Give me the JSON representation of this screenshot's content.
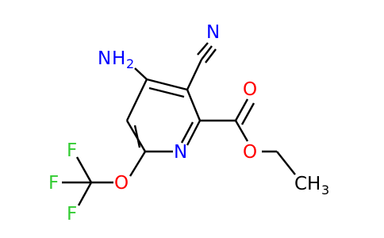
{
  "molecule": {
    "atom_labels": {
      "amino": "NH2",
      "amino_main": "N",
      "amino_h": "H",
      "amino_sub": "2",
      "nitrile_n": "N",
      "ring_n": "N",
      "carbonyl_o": "O",
      "ester_o": "O",
      "ether_o": "O",
      "fluorine_top": "F",
      "fluorine_left": "F",
      "fluorine_bottom": "F",
      "methyl": "CH3",
      "methyl_main": "CH",
      "methyl_sub": "3"
    },
    "colors": {
      "bond": "#000000",
      "carbon": "#000000",
      "nitrogen": "#0000ff",
      "oxygen": "#ff0000",
      "fluorine": "#33cc33"
    }
  }
}
